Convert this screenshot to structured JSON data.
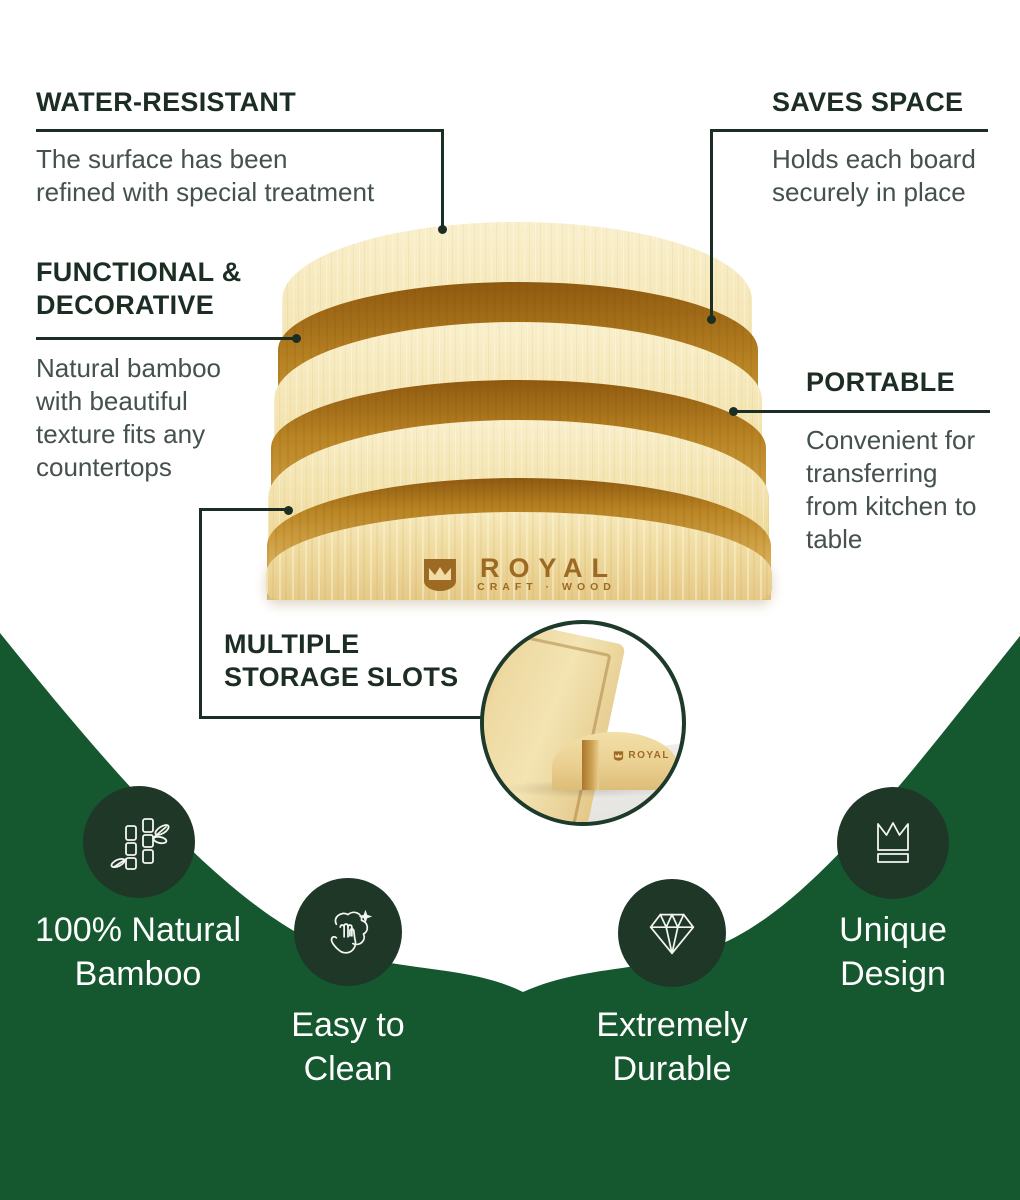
{
  "colors": {
    "green_bg": "#15582f",
    "icon_circle": "#1f3727",
    "heading": "#1c2d23",
    "body_text": "#45514d",
    "line": "#1c2d23",
    "bamboo_light": "#f3e3ae",
    "bamboo_dark": "#b98423"
  },
  "callouts": {
    "water_resistant": {
      "title": "WATER-RESISTANT",
      "body": "The surface has been\nrefined with special treatment"
    },
    "saves_space": {
      "title": "SAVES SPACE",
      "body": "Holds each board\nsecurely in place"
    },
    "functional_decorative": {
      "title": "FUNCTIONAL &\nDECORATIVE",
      "body": "Natural bamboo\nwith beautiful\ntexture fits any\ncountertops"
    },
    "portable": {
      "title": "PORTABLE",
      "body": "Convenient for\ntransferring\nfrom kitchen to\ntable"
    },
    "multiple_storage": {
      "title": "MULTIPLE\nSTORAGE SLOTS"
    }
  },
  "product": {
    "brand": "ROYAL",
    "brand_sub": "CRAFT · WOOD"
  },
  "inset": {
    "brand": "ROYAL"
  },
  "features": [
    {
      "icon": "bamboo-icon",
      "label": "100% Natural\nBamboo"
    },
    {
      "icon": "cleaning-hand-icon",
      "label": "Easy to\nClean"
    },
    {
      "icon": "diamond-icon",
      "label": "Extremely\nDurable"
    },
    {
      "icon": "crown-icon",
      "label": "Unique\nDesign"
    }
  ]
}
